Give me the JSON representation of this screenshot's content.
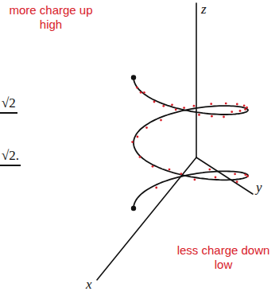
{
  "diagram": {
    "labels": [
      "more charge up high",
      "z",
      "√2",
      "√2.",
      "y",
      "less charge down low",
      "x"
    ]
  }
}
